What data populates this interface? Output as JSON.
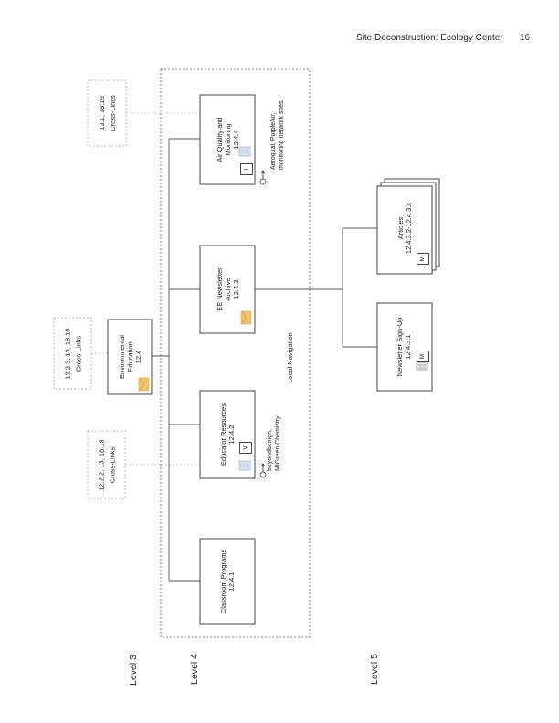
{
  "header": {
    "title": "Site Deconstruction: Ecology Center",
    "page": "16"
  },
  "levels": [
    "Level 3",
    "Level 4",
    "Level 5"
  ],
  "local_navigation_label": "Local Navigation",
  "nodes": {
    "env_ed": {
      "title": "Environmental\nEducation",
      "id": "12.4"
    },
    "classroom": {
      "title": "Classroom Programs",
      "id": "12.4.1"
    },
    "educator": {
      "title": "Educator Resources",
      "id": "12.4.2"
    },
    "newsletter": {
      "title": "EE Newsletter\nArchive",
      "id": "12.4.3"
    },
    "air_quality": {
      "title": "Air Quality and\nMonitoring",
      "id": "12.4.4"
    },
    "signup": {
      "title": "Newsletter Sign-Up",
      "id": "12.4.3.1"
    },
    "articles": {
      "title": "Articles",
      "id": "12.4.3.2-12.4.3.x"
    }
  },
  "crosslinks": {
    "top": {
      "ids": "13.1, 18.19",
      "label": "Cross-Links"
    },
    "middle": {
      "ids": "12.2.3, 13, 18.19",
      "label": "Cross-Links"
    },
    "bottom": {
      "ids": "12.2.2, 13, 18.19",
      "label": "Cross-Links"
    }
  },
  "external_notes": {
    "air_quality": "Aeroqual, PurpleAir,\nmonitoring network sites.",
    "educator": "beyondbenign,\nMIGreen Chemistry"
  },
  "badges": {
    "air_quality": "I",
    "educator": "V",
    "signup": "M",
    "articles": "M"
  },
  "colors": {
    "envelope": "#f2c56b",
    "document": "#b9cde8",
    "line": "#555555",
    "dotted": "#bdbdbd"
  }
}
